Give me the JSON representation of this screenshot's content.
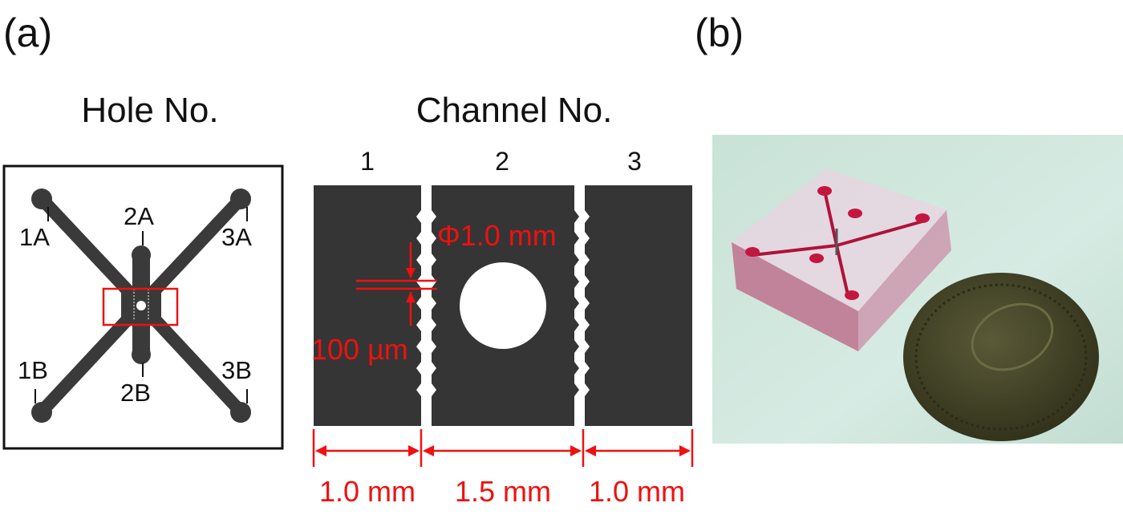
{
  "panels": {
    "a": {
      "label": "(a)"
    },
    "b": {
      "label": "(b)"
    }
  },
  "hole_diagram": {
    "title": "Hole No.",
    "holes": [
      "1A",
      "2A",
      "3A",
      "1B",
      "2B",
      "3B"
    ]
  },
  "channel_diagram": {
    "title": "Channel No.",
    "channels": [
      "1",
      "2",
      "3"
    ],
    "hole_diameter": "Φ1.0 mm",
    "gap_width": "100 µm",
    "widths": [
      "1.0 mm",
      "1.5 mm",
      "1.0 mm"
    ]
  },
  "colors": {
    "channel_fill": "#353535",
    "annotation": "#ee1111",
    "background_photo": "#cfe5dd",
    "chip_tint": "#d8c6d0",
    "coin": "#4a4a2c"
  }
}
